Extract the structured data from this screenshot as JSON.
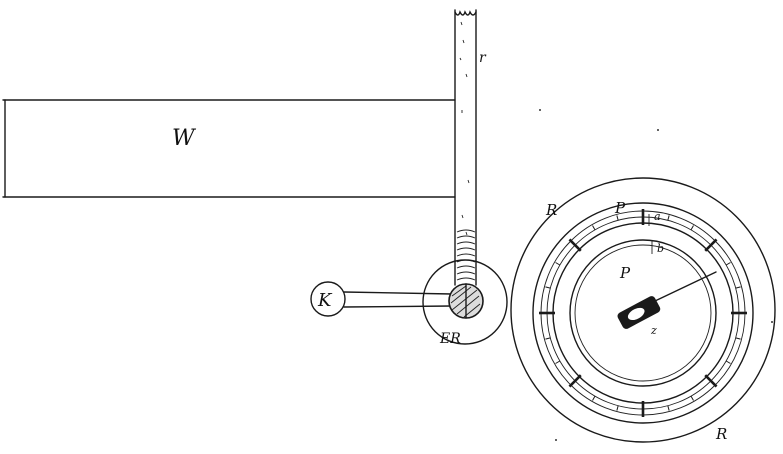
{
  "diagram": {
    "labels": {
      "wall": "W",
      "rod": "r",
      "knob": "K",
      "roller": "ER",
      "outer_ring_top": "R",
      "outer_ring_bottom": "R",
      "dial_ring": "P",
      "dial_center": "P",
      "mark_a": "a",
      "mark_b": "b",
      "pointer_pivot": "z"
    },
    "colors": {
      "ink": "#1a1a1a",
      "paper": "#ffffff"
    }
  }
}
